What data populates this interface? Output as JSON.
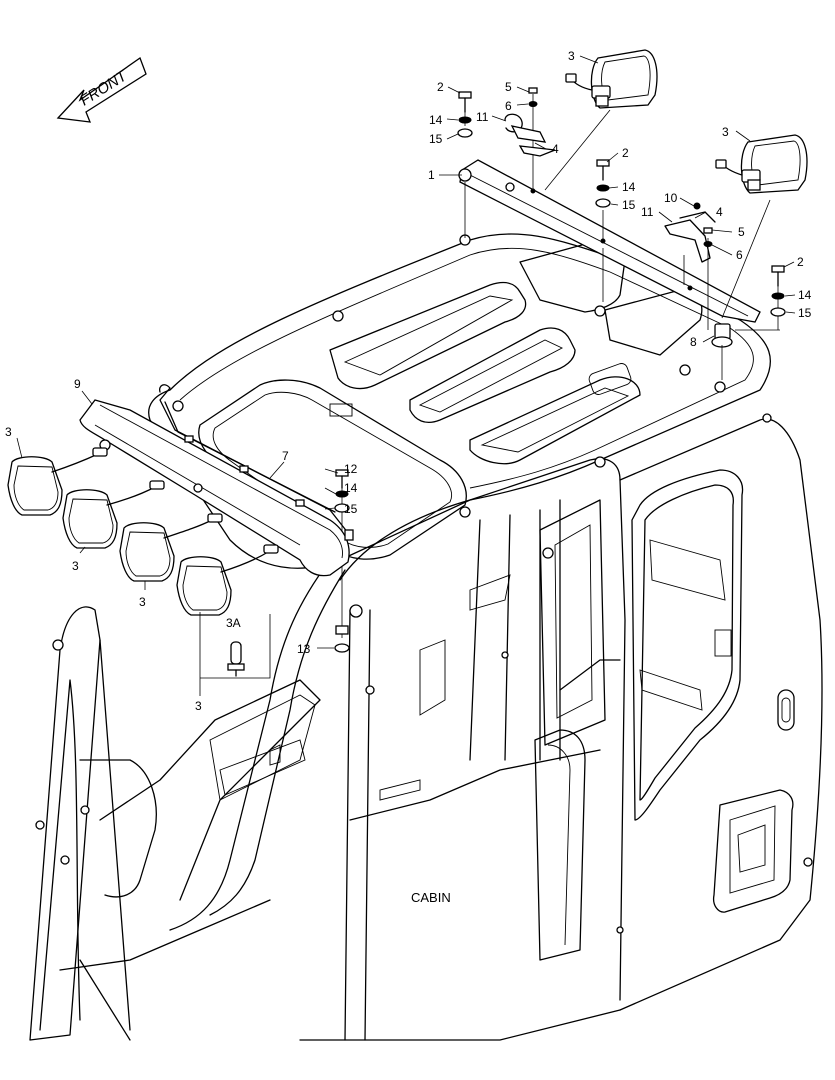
{
  "direction_label": "FRONT",
  "section_label": "CABIN",
  "callouts": [
    "1",
    "2",
    "3",
    "3A",
    "4",
    "5",
    "6",
    "7",
    "8",
    "9",
    "10",
    "11",
    "12",
    "13",
    "14",
    "15"
  ],
  "colors": {
    "line": "#000000",
    "background": "#ffffff"
  }
}
